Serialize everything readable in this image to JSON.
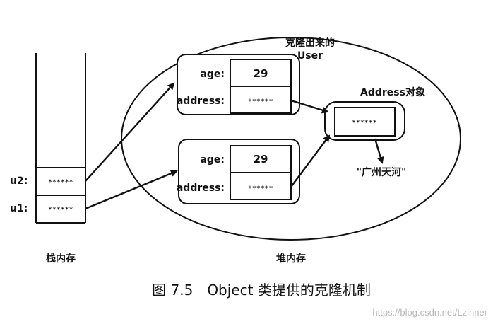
{
  "stack": {
    "label": "栈内存",
    "vars": [
      {
        "name": "u2:",
        "value": "******"
      },
      {
        "name": "u1:",
        "value": "******"
      }
    ]
  },
  "heap": {
    "label": "堆内存",
    "clone_label_line1": "克隆出来的",
    "clone_label_line2": "User",
    "address_object_label": "Address对象",
    "clone_user": {
      "age_label": "age:",
      "age_value": "29",
      "address_label": "address:",
      "address_value": "******"
    },
    "orig_user": {
      "age_label": "age:",
      "age_value": "29",
      "address_label": "address:",
      "address_value": "******"
    },
    "address_object": {
      "value": "******"
    },
    "address_string": "\"广州天河\""
  },
  "caption": "图 7.5　Object 类提供的克隆机制",
  "watermark": "https://blog.csdn.net/Lzinner"
}
